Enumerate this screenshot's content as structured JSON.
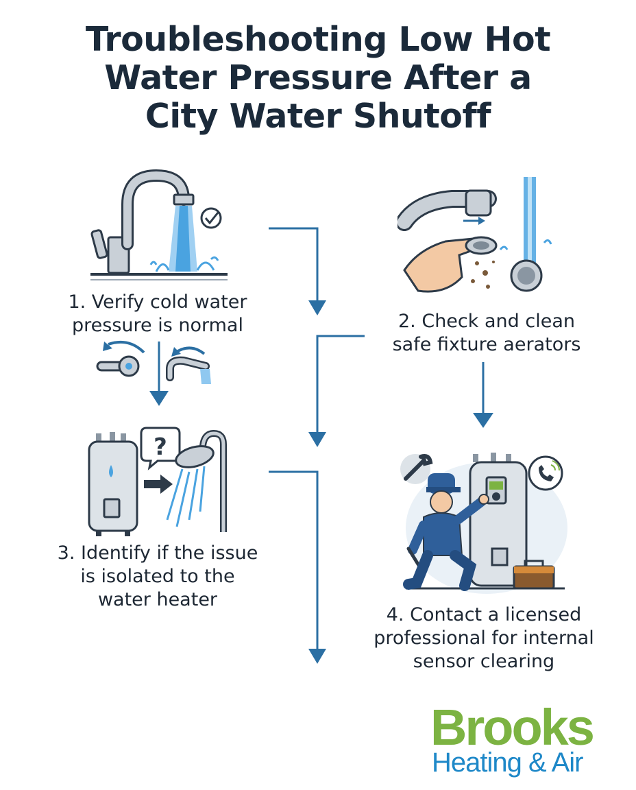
{
  "title": {
    "line1": "Troubleshooting Low Hot",
    "line2": "Water Pressure After a",
    "line3": "City Water Shutoff"
  },
  "steps": [
    {
      "line1": "1. Verify cold water",
      "line2": "pressure is normal"
    },
    {
      "line1": "2. Check and clean",
      "line2": "safe fixture aerators"
    },
    {
      "line1": "3. Identify if the issue",
      "line2": "is isolated to the",
      "line3": "water heater"
    },
    {
      "line1": "4. Contact a licensed",
      "line2": "professional for internal",
      "line3": "sensor clearing"
    }
  ],
  "logo": {
    "line1": "Brooks",
    "line2": "Heating & Air",
    "color_top": "#7cb342",
    "color_bottom": "#1e88c8"
  },
  "colors": {
    "title": "#1b2a3a",
    "flow_arrow": "#2b6fa3",
    "water": "#4aa3e0",
    "metal": "#b8c0c8",
    "uniform": "#2f5f9a"
  },
  "icons": [
    "faucet-icon",
    "checkmark-icon",
    "aerator-icon",
    "lever-handle-icon",
    "spout-icon",
    "water-heater-icon",
    "question-bubble-icon",
    "arrow-right-icon",
    "shower-head-icon",
    "wrench-icon",
    "phone-bubble-icon",
    "technician-icon",
    "toolbox-icon"
  ]
}
